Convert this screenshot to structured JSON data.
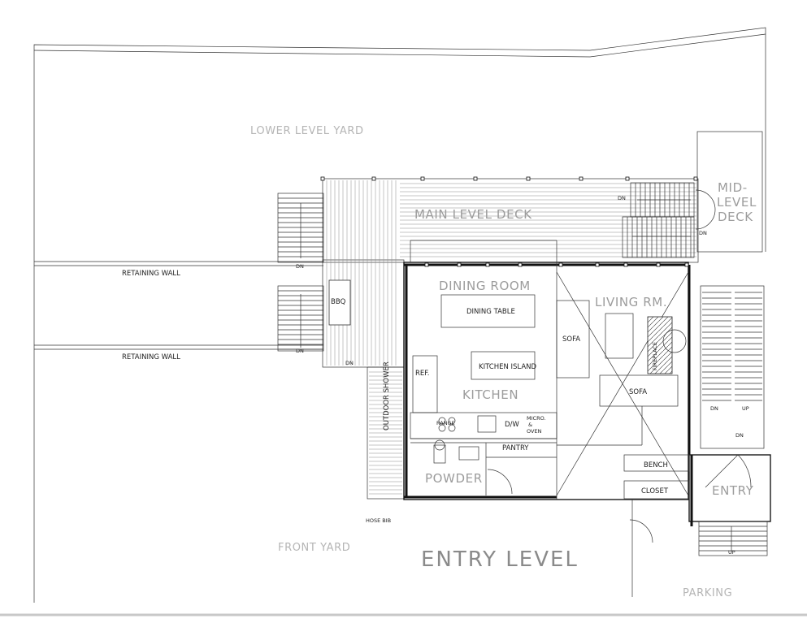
{
  "plan": {
    "title": "ENTRY LEVEL",
    "zones": {
      "lower_yard": "LOWER LEVEL YARD",
      "main_deck": "MAIN LEVEL DECK",
      "mid_deck_1": "MID-",
      "mid_deck_2": "LEVEL",
      "mid_deck_3": "DECK",
      "front_yard": "FRONT  YARD",
      "parking": "PARKING",
      "retaining_wall_1": "RETAINING WALL",
      "retaining_wall_2": "RETAINING WALL"
    },
    "rooms": {
      "dining": "DINING ROOM",
      "living": "LIVING RM.",
      "kitchen": "KITCHEN",
      "powder": "POWDER",
      "entry": "ENTRY"
    },
    "fixtures": {
      "dining_table": "DINING TABLE",
      "kitchen_island": "KITCHEN ISLAND",
      "sofa_1": "SOFA",
      "sofa_2": "SOFA",
      "ref": "REF.",
      "range": "RANGE",
      "dw": "D/W",
      "micro_1": "MICRO.",
      "micro_2": "&",
      "micro_3": "OVEN",
      "pantry": "PANTRY",
      "bench": "BENCH",
      "closet": "CLOSET",
      "bbq": "BBQ",
      "fireplace": "FIREPLACE",
      "outdoor_shower": "OUTDOOR SHOWER",
      "hose_bib": "HOSE BIB"
    },
    "stair_marks": {
      "dn_1": "DN",
      "dn_2": "DN",
      "dn_3": "DN",
      "dn_4": "DN",
      "dn_5": "DN",
      "dn_6": "DN",
      "dn_7": "DN",
      "up_1": "UP",
      "up_2": "UP"
    }
  }
}
